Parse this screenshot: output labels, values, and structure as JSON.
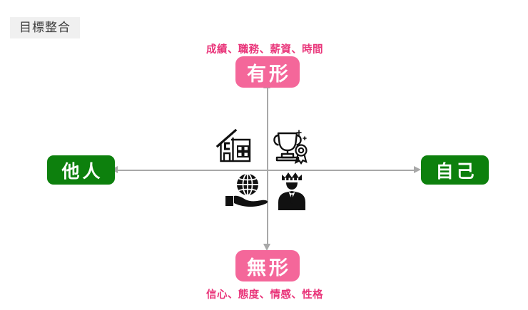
{
  "title": {
    "label": "目標整合"
  },
  "colors": {
    "pink_box": "#f4679a",
    "pink_text": "#e9357a",
    "green_box": "#0d800d",
    "axis_gray": "#a8a8a8",
    "title_bg": "#f0f0f0",
    "icon_black": "#111111"
  },
  "axes": {
    "vertical": {
      "top_pole": {
        "label": "有形",
        "caption": "成績、職務、薪資、時間",
        "arrow": "arrow-up"
      },
      "bottom_pole": {
        "label": "無形",
        "caption": "信心、態度、情感、性格",
        "arrow": "arrow-down"
      }
    },
    "horizontal": {
      "left_pole": {
        "label": "他人",
        "arrow": "arrow-left"
      },
      "right_pole": {
        "label": "自己",
        "arrow": "arrow-right"
      }
    }
  },
  "quadrants": [
    {
      "position": "top-left",
      "icon": "house-icon"
    },
    {
      "position": "top-right",
      "icon": "trophy-award-icon"
    },
    {
      "position": "bottom-left",
      "icon": "hand-holding-globe-icon"
    },
    {
      "position": "bottom-right",
      "icon": "crowned-person-icon"
    }
  ]
}
